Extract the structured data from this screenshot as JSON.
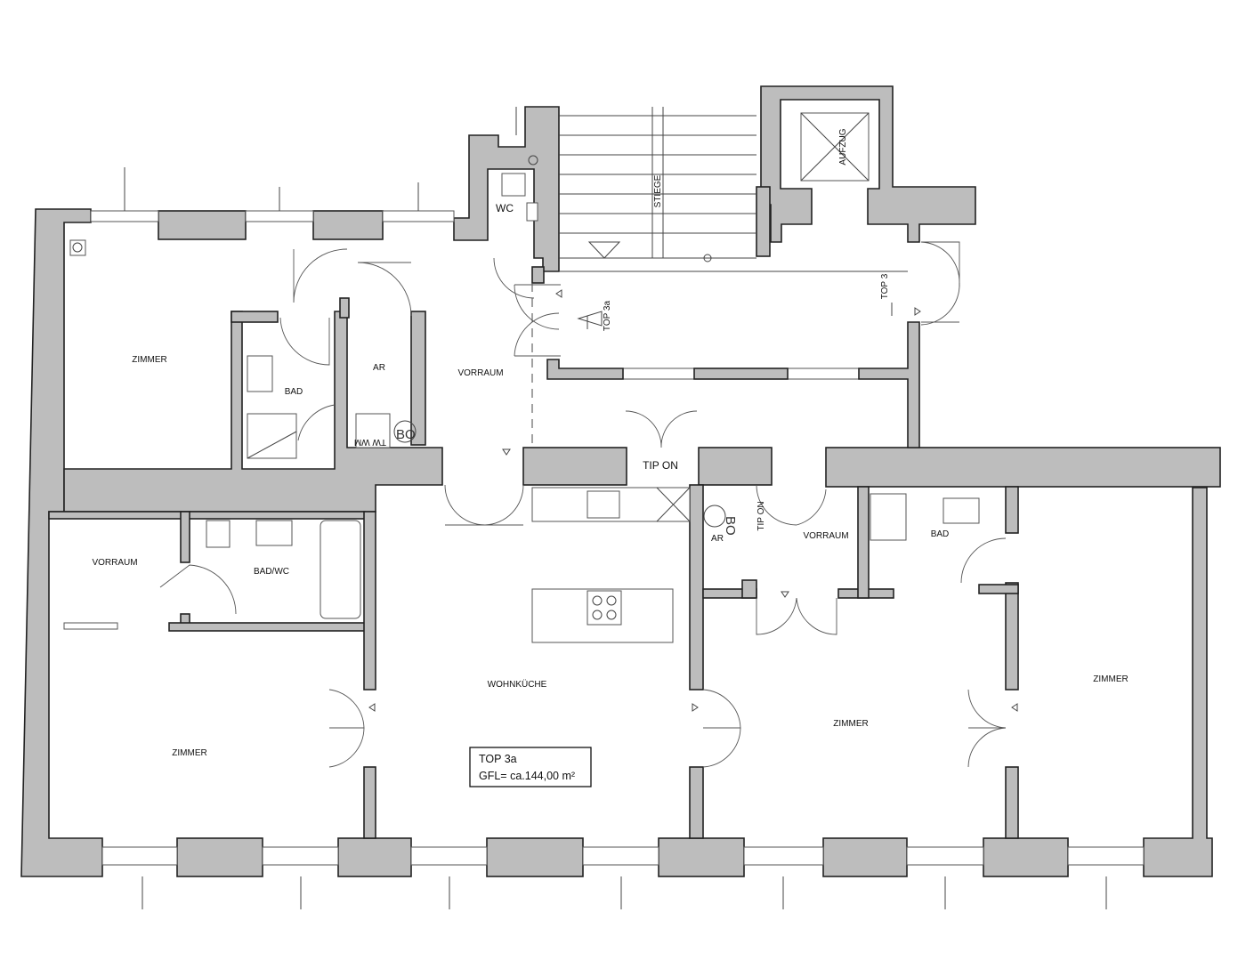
{
  "plan": {
    "unit": {
      "name": "TOP 3a",
      "area": "GFL= ca.144,00 m²"
    },
    "rooms": {
      "zimmer_nw": "ZIMMER",
      "bad_nw": "BAD",
      "ar_nw": "AR",
      "bo_nw": "BO",
      "wc": "WC",
      "vorraum_center": "VORRAUM",
      "vorraum_west": "VORRAUM",
      "bad_wc": "BAD/WC",
      "zimmer_sw": "ZIMMER",
      "wohnkueche": "WOHNKÜCHE",
      "tip_on_center": "TIP ON",
      "ar_east": "AR",
      "bo_east": "BO",
      "tip_on_east": "TIP ON",
      "vorraum_east": "VORRAUM",
      "bad_east": "BAD",
      "zimmer_east_mid": "ZIMMER",
      "zimmer_east": "ZIMMER"
    },
    "core": {
      "stair": "STIEGE",
      "elevator": "AUFZUG",
      "entry_top3a": "TOP 3a",
      "entry_top3": "TOP 3"
    },
    "fixture_text": {
      "tw_wm": "TW  WM"
    },
    "colors": {
      "wall_fill": "#bdbdbd",
      "line": "#222222",
      "background": "#ffffff"
    }
  }
}
